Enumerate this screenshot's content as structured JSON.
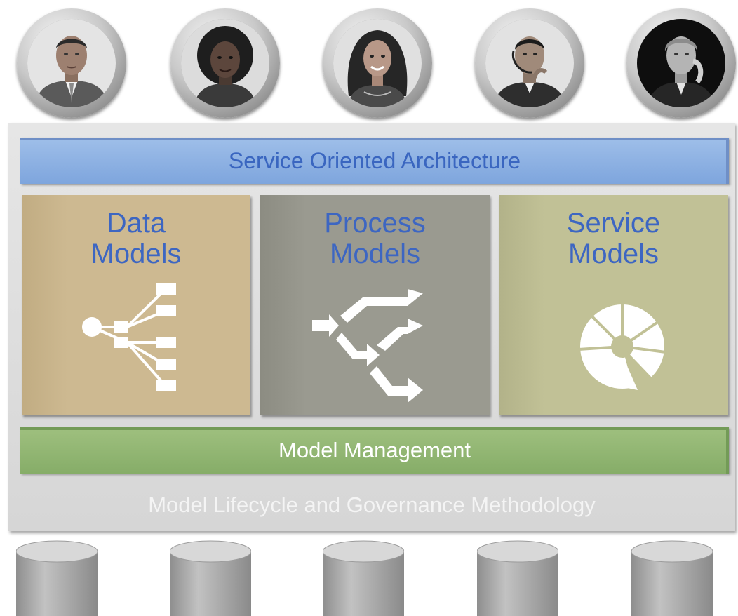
{
  "people": [
    {
      "name": "person-1"
    },
    {
      "name": "person-2"
    },
    {
      "name": "person-3"
    },
    {
      "name": "person-4"
    },
    {
      "name": "person-5"
    }
  ],
  "diagram": {
    "top_bar": "Service Oriented Architecture",
    "models": {
      "data": {
        "line1": "Data",
        "line2": "Models",
        "icon": "tree-hierarchy-icon"
      },
      "process": {
        "line1": "Process",
        "line2": "Models",
        "icon": "branching-arrows-icon"
      },
      "service": {
        "line1": "Service",
        "line2": "Models",
        "icon": "circular-cycle-icon"
      }
    },
    "management_bar": "Model Management",
    "methodology": "Model Lifecycle and Governance Methodology"
  },
  "databases": [
    "database-1",
    "database-2",
    "database-3",
    "database-4",
    "database-5"
  ],
  "colors": {
    "soa_bar": "#8fb2e3",
    "data_card": "#cdb991",
    "process_card": "#9a9a90",
    "service_card": "#c1c196",
    "management_bar": "#92b673",
    "platform": "#dddddd",
    "title_text": "#3d66c2"
  }
}
